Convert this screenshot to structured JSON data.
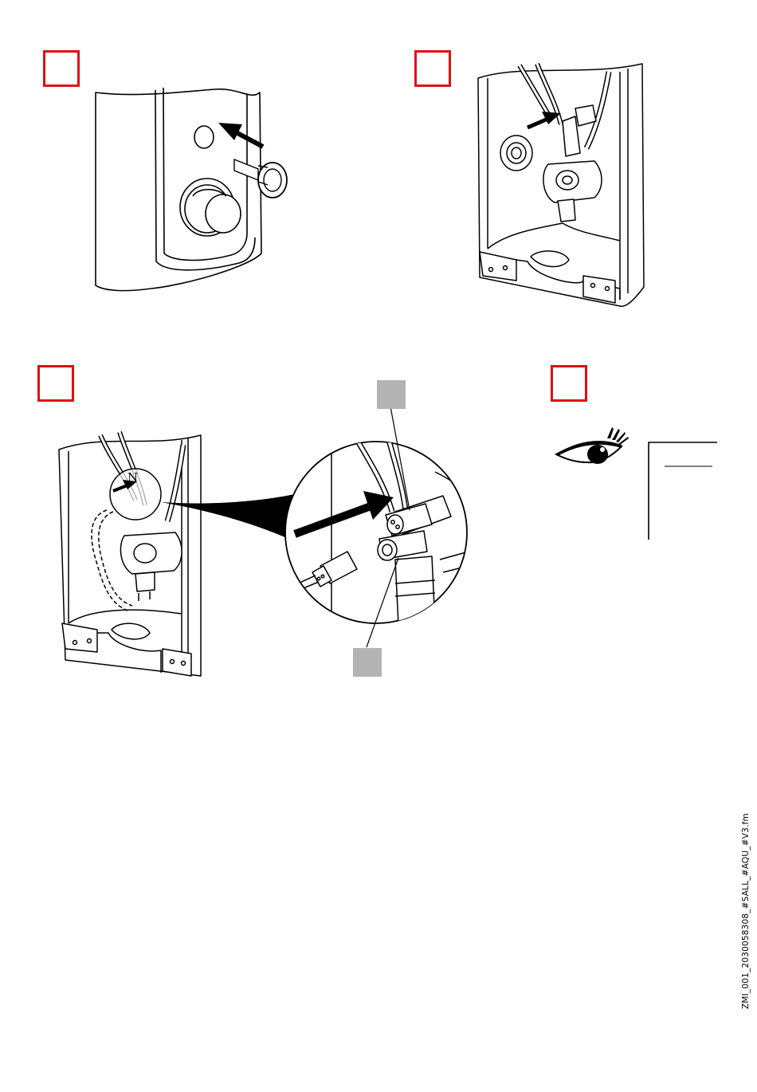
{
  "steps": [
    {
      "id": "step-1",
      "label": ""
    },
    {
      "id": "step-2",
      "label": ""
    },
    {
      "id": "step-3",
      "label": ""
    },
    {
      "id": "step-4",
      "label": ""
    }
  ],
  "figure3": {
    "letter": "N"
  },
  "footer": {
    "file_code": "ZMI_001_2030058308_#SALL_#AQU_#V3.fm"
  },
  "colors": {
    "step_box": "#e01010",
    "callout_box": "#b3b3b3",
    "line": "#000000"
  },
  "icons": [
    "eye-icon",
    "arrow-icon"
  ]
}
